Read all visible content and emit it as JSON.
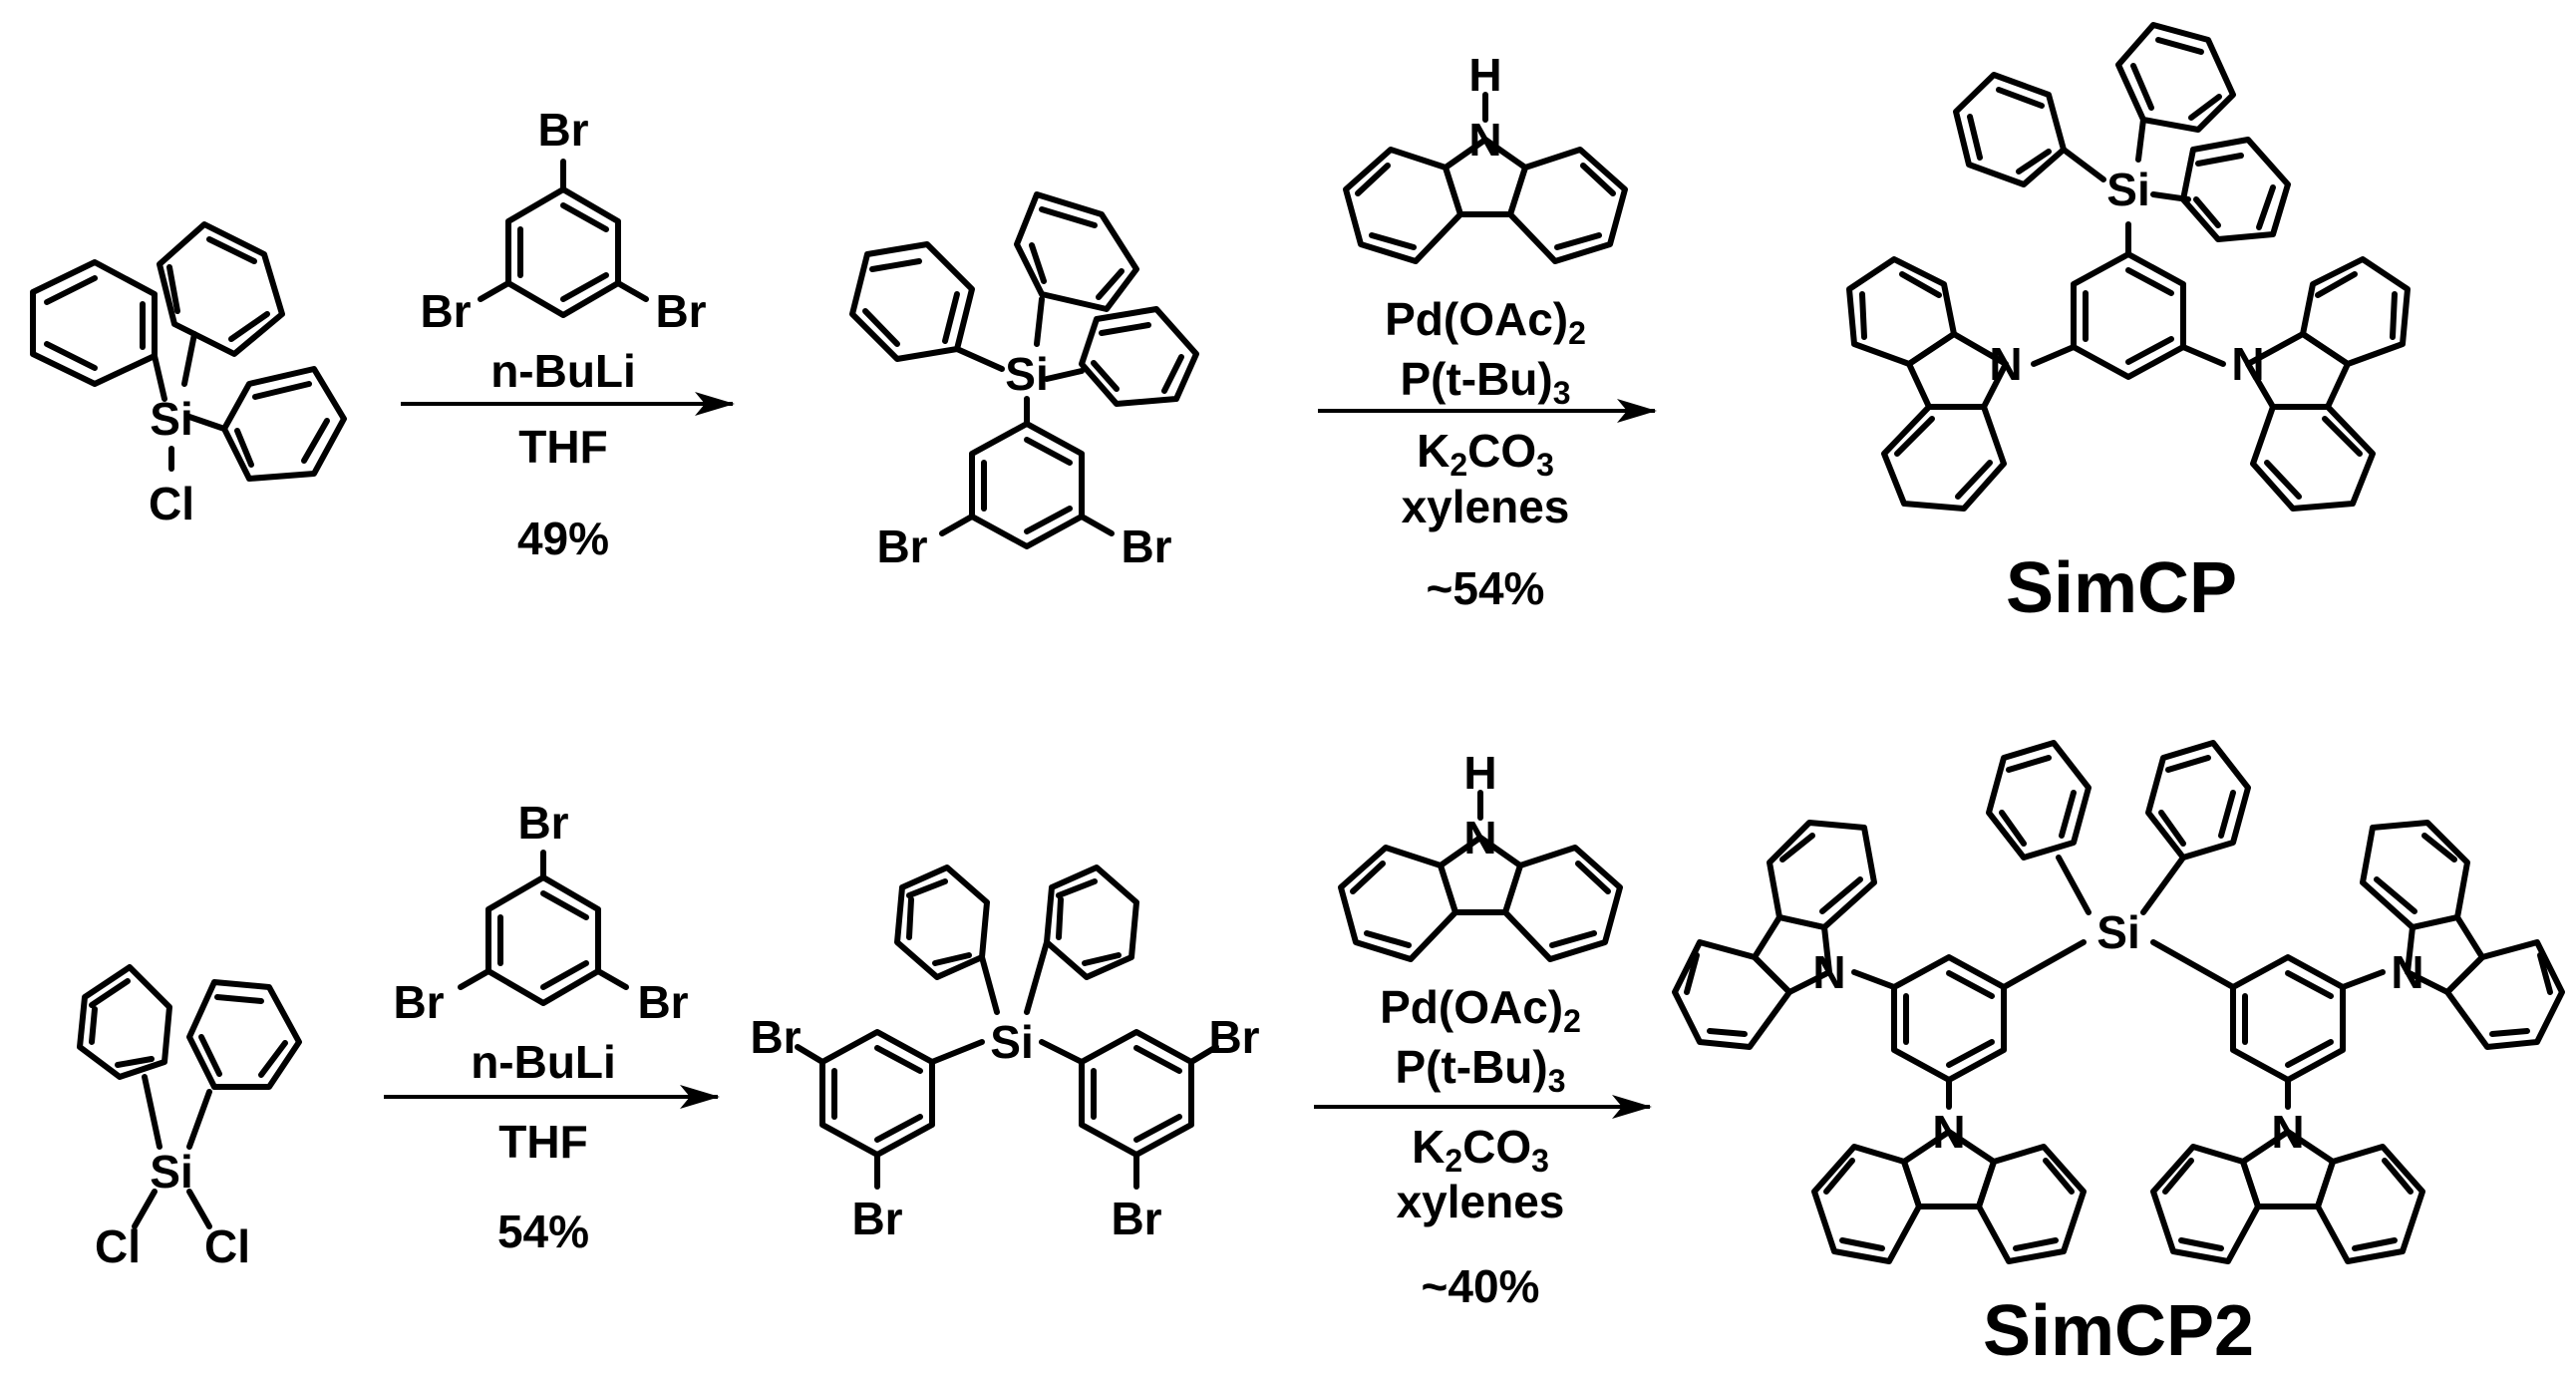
{
  "top": {
    "start": {
      "si": "Si",
      "cl": "Cl"
    },
    "step1": {
      "reagent_br_top": "Br",
      "reagent_br_left": "Br",
      "reagent_br_right": "Br",
      "base": "n-BuLi",
      "solvent": "THF",
      "yield": "49%"
    },
    "intermediate": {
      "si": "Si",
      "br_left": "Br",
      "br_right": "Br"
    },
    "step2": {
      "carbazole_h": "H",
      "carbazole_n": "N",
      "catalyst": "Pd(OAc)",
      "catalyst_sub": "2",
      "ligand": "P(t-Bu)",
      "ligand_sub": "3",
      "base_k": "K",
      "base_k_sub": "2",
      "base_co": "CO",
      "base_co_sub": "3",
      "solvent": "xylenes",
      "yield": "~54%"
    },
    "product": {
      "si": "Si",
      "n_left": "N",
      "n_right": "N",
      "name": "SimCP"
    }
  },
  "bottom": {
    "start": {
      "si": "Si",
      "cl_left": "Cl",
      "cl_right": "Cl"
    },
    "step1": {
      "reagent_br_top": "Br",
      "reagent_br_left": "Br",
      "reagent_br_right": "Br",
      "base": "n-BuLi",
      "solvent": "THF",
      "yield": "54%"
    },
    "intermediate": {
      "si": "Si",
      "br_1": "Br",
      "br_2": "Br",
      "br_3": "Br",
      "br_4": "Br"
    },
    "step2": {
      "carbazole_h": "H",
      "carbazole_n": "N",
      "catalyst": "Pd(OAc)",
      "catalyst_sub": "2",
      "ligand": "P(t-Bu)",
      "ligand_sub": "3",
      "base_k": "K",
      "base_k_sub": "2",
      "base_co": "CO",
      "base_co_sub": "3",
      "solvent": "xylenes",
      "yield": "~40%"
    },
    "product": {
      "si": "Si",
      "n_1": "N",
      "n_2": "N",
      "n_3": "N",
      "n_4": "N",
      "name": "SimCP2"
    }
  }
}
